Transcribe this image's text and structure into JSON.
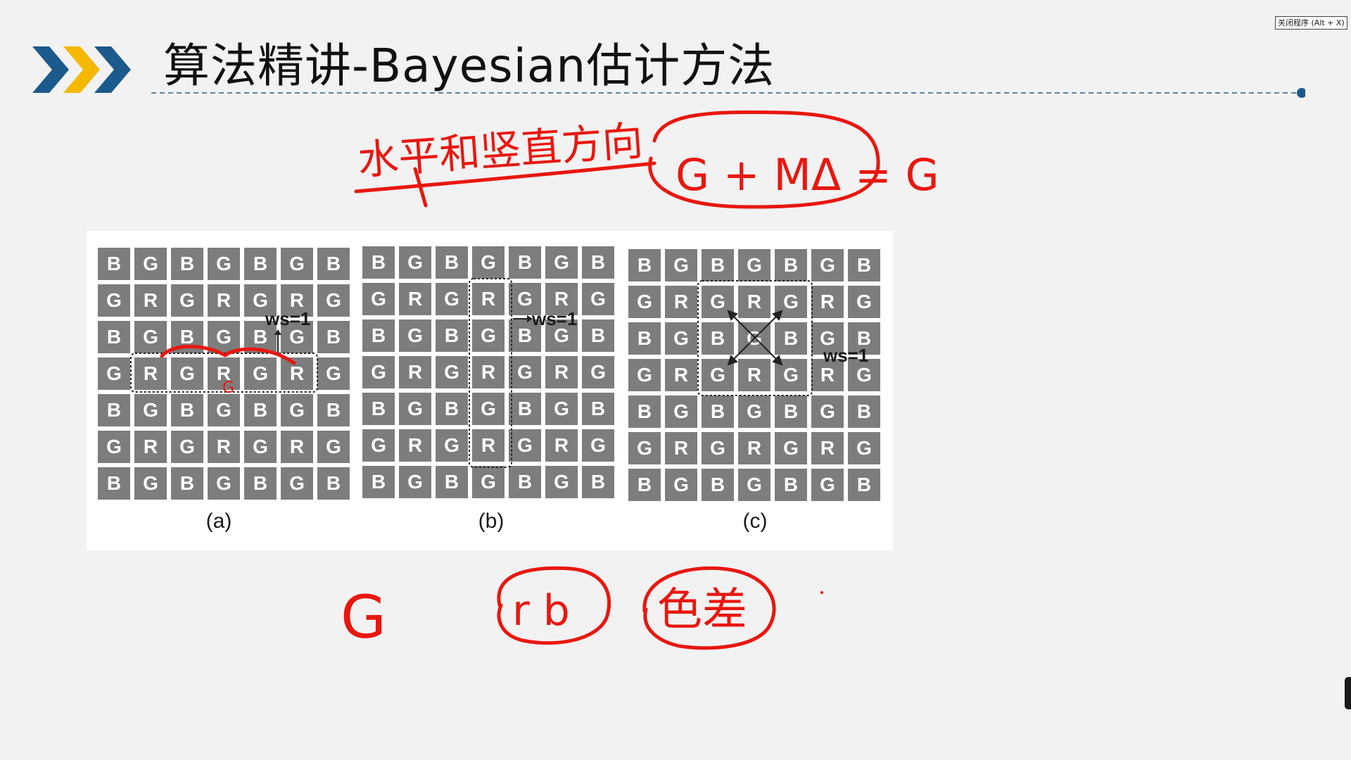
{
  "slide": {
    "title": "算法精讲-Bayesian估计方法",
    "close_button_label": "关闭程序 (Alt + X)",
    "chevron_colors": [
      "#1a5a8c",
      "#f5b800",
      "#1a5a8c"
    ],
    "accent_color": "#1a5a8c"
  },
  "figure": {
    "grids": [
      {
        "caption": "(a)",
        "ws_label": "ws=1",
        "rows": [
          [
            "B",
            "G",
            "B",
            "G",
            "B",
            "G",
            "B"
          ],
          [
            "G",
            "R",
            "G",
            "R",
            "G",
            "R",
            "G"
          ],
          [
            "B",
            "G",
            "B",
            "G",
            "B",
            "G",
            "B"
          ],
          [
            "G",
            "R",
            "G",
            "R",
            "G",
            "R",
            "G"
          ],
          [
            "B",
            "G",
            "B",
            "G",
            "B",
            "G",
            "B"
          ],
          [
            "G",
            "R",
            "G",
            "R",
            "G",
            "R",
            "G"
          ],
          [
            "B",
            "G",
            "B",
            "G",
            "B",
            "G",
            "B"
          ]
        ]
      },
      {
        "caption": "(b)",
        "ws_label": "ws=1",
        "rows": [
          [
            "B",
            "G",
            "B",
            "G",
            "B",
            "G",
            "B"
          ],
          [
            "G",
            "R",
            "G",
            "R",
            "G",
            "R",
            "G"
          ],
          [
            "B",
            "G",
            "B",
            "G",
            "B",
            "G",
            "B"
          ],
          [
            "G",
            "R",
            "G",
            "R",
            "G",
            "R",
            "G"
          ],
          [
            "B",
            "G",
            "B",
            "G",
            "B",
            "G",
            "B"
          ],
          [
            "G",
            "R",
            "G",
            "R",
            "G",
            "R",
            "G"
          ],
          [
            "B",
            "G",
            "B",
            "G",
            "B",
            "G",
            "B"
          ]
        ]
      },
      {
        "caption": "(c)",
        "ws_label": "ws=1",
        "rows": [
          [
            "B",
            "G",
            "B",
            "G",
            "B",
            "G",
            "B"
          ],
          [
            "G",
            "R",
            "G",
            "R",
            "G",
            "R",
            "G"
          ],
          [
            "B",
            "G",
            "B",
            "G",
            "B",
            "G",
            "B"
          ],
          [
            "G",
            "R",
            "G",
            "R",
            "G",
            "R",
            "G"
          ],
          [
            "B",
            "G",
            "B",
            "G",
            "B",
            "G",
            "B"
          ],
          [
            "G",
            "R",
            "G",
            "R",
            "G",
            "R",
            "G"
          ],
          [
            "B",
            "G",
            "B",
            "G",
            "B",
            "G",
            "B"
          ]
        ]
      }
    ]
  },
  "annotations": {
    "ink_color": "#e8170f",
    "top_note": "水平和竖直方向",
    "formula": "G + MΔ = G",
    "grid_a_mark": "G",
    "bottom_left": "G",
    "bottom_middle": "r b",
    "bottom_right": "色差"
  }
}
